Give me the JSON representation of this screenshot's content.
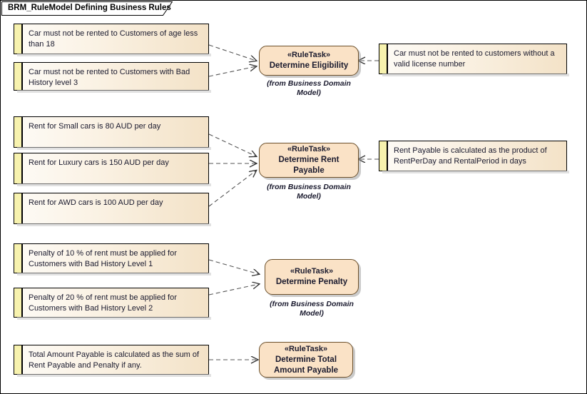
{
  "diagram": {
    "tab_title": "BRM_RuleModel Defining Business Rules",
    "stereotype": "«RuleTask»",
    "from_label": "(from Business Domain Model)",
    "colors": {
      "rule_stripe": "#f7f2ae",
      "rule_fill": "#f3e2c7",
      "task_fill": "#fae2c6",
      "task_border": "#6b4f2a",
      "connector": "#555555",
      "canvas": "#ffffff"
    }
  },
  "rules": [
    {
      "id": "rule-age",
      "text": "Car must not be rented to Customers of age less than 18"
    },
    {
      "id": "rule-bad-history-3",
      "text": "Car must not be rented to Customers with Bad History level 3"
    },
    {
      "id": "rule-license",
      "text": "Car must not be rented to customers without a valid license number"
    },
    {
      "id": "rule-rent-small",
      "text": "Rent for Small cars is 80 AUD per day"
    },
    {
      "id": "rule-rent-luxury",
      "text": "Rent for Luxury cars is 150 AUD per day"
    },
    {
      "id": "rule-rent-awd",
      "text": "Rent for AWD cars is 100 AUD per day"
    },
    {
      "id": "rule-rent-payable",
      "text": "Rent Payable is calculated as the product of RentPerDay and RentalPeriod in days"
    },
    {
      "id": "rule-penalty-10",
      "text": "Penalty of 10 % of rent must be applied for Customers with Bad History Level 1"
    },
    {
      "id": "rule-penalty-20",
      "text": "Penalty of 20 % of rent must be applied for Customers with Bad History Level 2"
    },
    {
      "id": "rule-total-amount",
      "text": "Total Amount Payable is calculated as the sum of Rent Payable and Penalty if any."
    }
  ],
  "tasks": [
    {
      "id": "task-eligibility",
      "stereotype": "«RuleTask»",
      "name": "Determine Eligibility",
      "from": "(from Business Domain Model)"
    },
    {
      "id": "task-rent-payable",
      "stereotype": "«RuleTask»",
      "name": "Determine Rent Payable",
      "from": "(from Business Domain Model)"
    },
    {
      "id": "task-penalty",
      "stereotype": "«RuleTask»",
      "name": "Determine Penalty",
      "from": "(from Business Domain Model)"
    },
    {
      "id": "task-total-payable",
      "stereotype": "«RuleTask»",
      "name": "Determine Total Amount Payable",
      "from": ""
    }
  ]
}
